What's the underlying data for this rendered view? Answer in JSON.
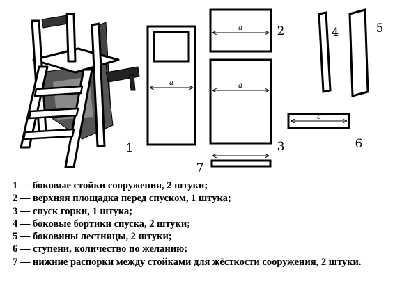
{
  "diagram": {
    "dimension_label": "a",
    "part_numbers": [
      "1",
      "2",
      "3",
      "4",
      "5",
      "6",
      "7"
    ]
  },
  "legend": [
    "1 — боковые стойки сооружения, 2 штуки;",
    "2 — верхняя площадка перед спуском, 1 штука;",
    "3 — спуск горки, 1 штука;",
    "4 — боковые бортики спуска, 2 штуки;",
    "5 — боковины лестницы, 2 штуки;",
    "6 — ступени, количество по желанию;",
    "7 — нижние распорки между стойками для жёсткости сооружения, 2 штуки."
  ]
}
